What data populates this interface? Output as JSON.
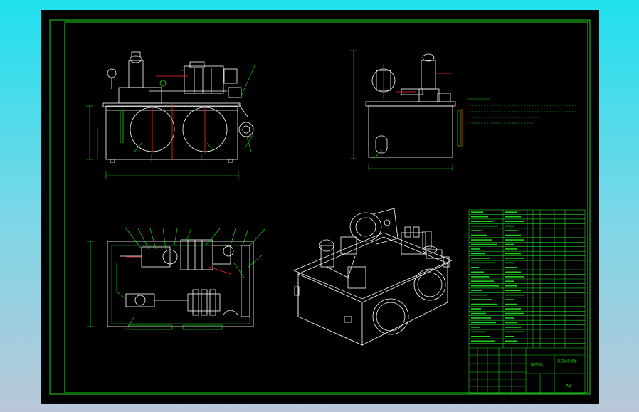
{
  "sheet": {
    "size_label": "A1",
    "colors": {
      "frame": "#1fd41f",
      "line": "#ffffff",
      "accent": "#1fd41f",
      "red": "#ff2a2a",
      "background": "#000000"
    }
  },
  "views": [
    "front-view",
    "side-view",
    "top-view",
    "isometric-view"
  ],
  "title_block": {
    "drawing_title": "液压站",
    "project_title": "液压站装配图",
    "parts_list_rows": 30
  }
}
